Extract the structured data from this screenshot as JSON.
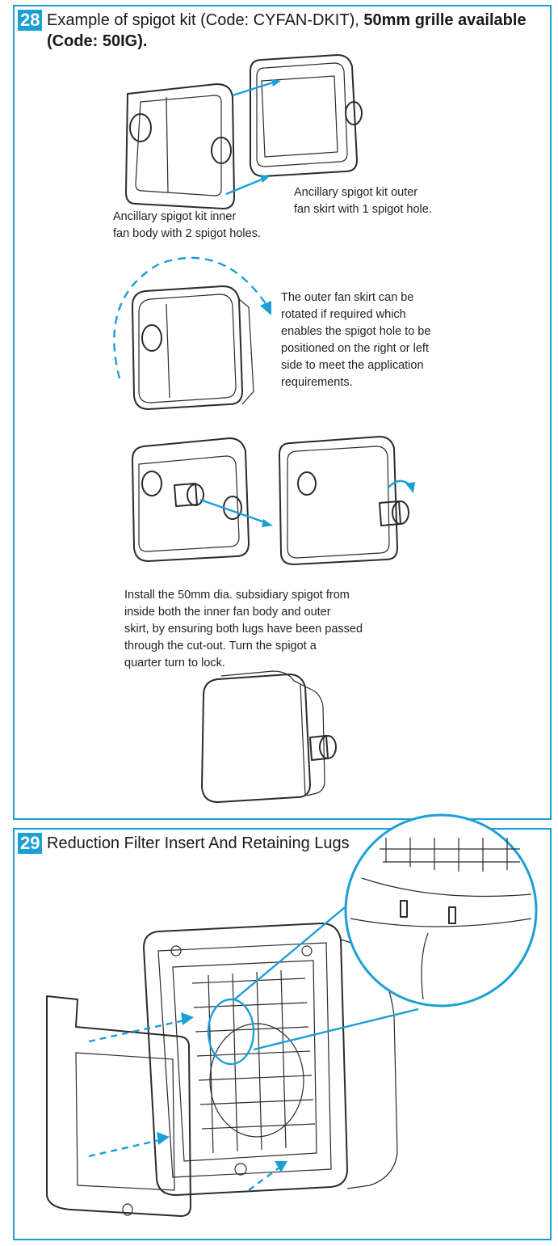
{
  "section28": {
    "number": "28",
    "title_regular": "Example of spigot kit (Code: CYFAN-DKIT), ",
    "title_bold": "50mm grille available (Code: 50IG).",
    "caption_inner": "Ancillary spigot kit inner\nfan body with 2 spigot holes.",
    "caption_outer": "Ancillary spigot kit outer\nfan skirt with 1 spigot hole.",
    "caption_rotate": "The outer fan skirt can be\nrotated if required which\nenables the spigot hole to be\npositioned on the right or left\nside to meet the application\nrequirements.",
    "caption_install": "Install the 50mm dia. subsidiary spigot from\ninside both the inner fan body and outer\nskirt, by ensuring both lugs have been passed\nthrough the cut-out. Turn the spigot a\nquarter turn to lock."
  },
  "section29": {
    "number": "29",
    "title": "Reduction Filter Insert And Retaining Lugs"
  },
  "colors": {
    "accent": "#1aa0d6",
    "line": "#2b2b2b"
  }
}
